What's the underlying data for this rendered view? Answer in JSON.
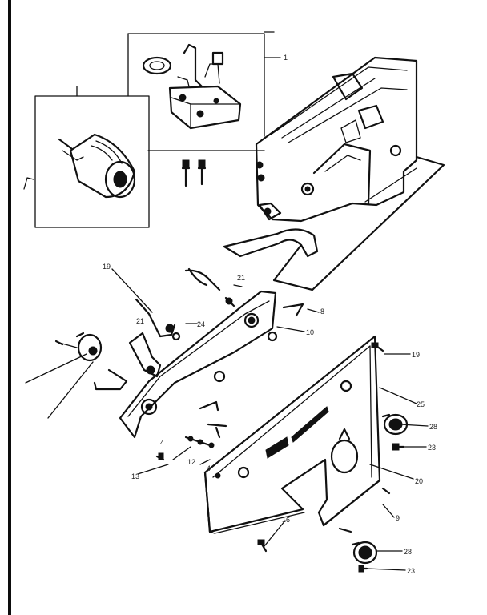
{
  "callouts": {
    "c1": "1",
    "c19": "19",
    "c21a": "21",
    "c21b": "21",
    "c24": "24",
    "c4a": "4",
    "c4b": "4",
    "c12": "12",
    "c13": "13",
    "c25": "25",
    "c9": "9",
    "c8": "8",
    "c16": "16",
    "c23a": "23",
    "c23b": "23",
    "c20": "20",
    "c28": "28",
    "c10": "10"
  },
  "colors": {
    "ink": "#111111",
    "paper": "#ffffff"
  }
}
